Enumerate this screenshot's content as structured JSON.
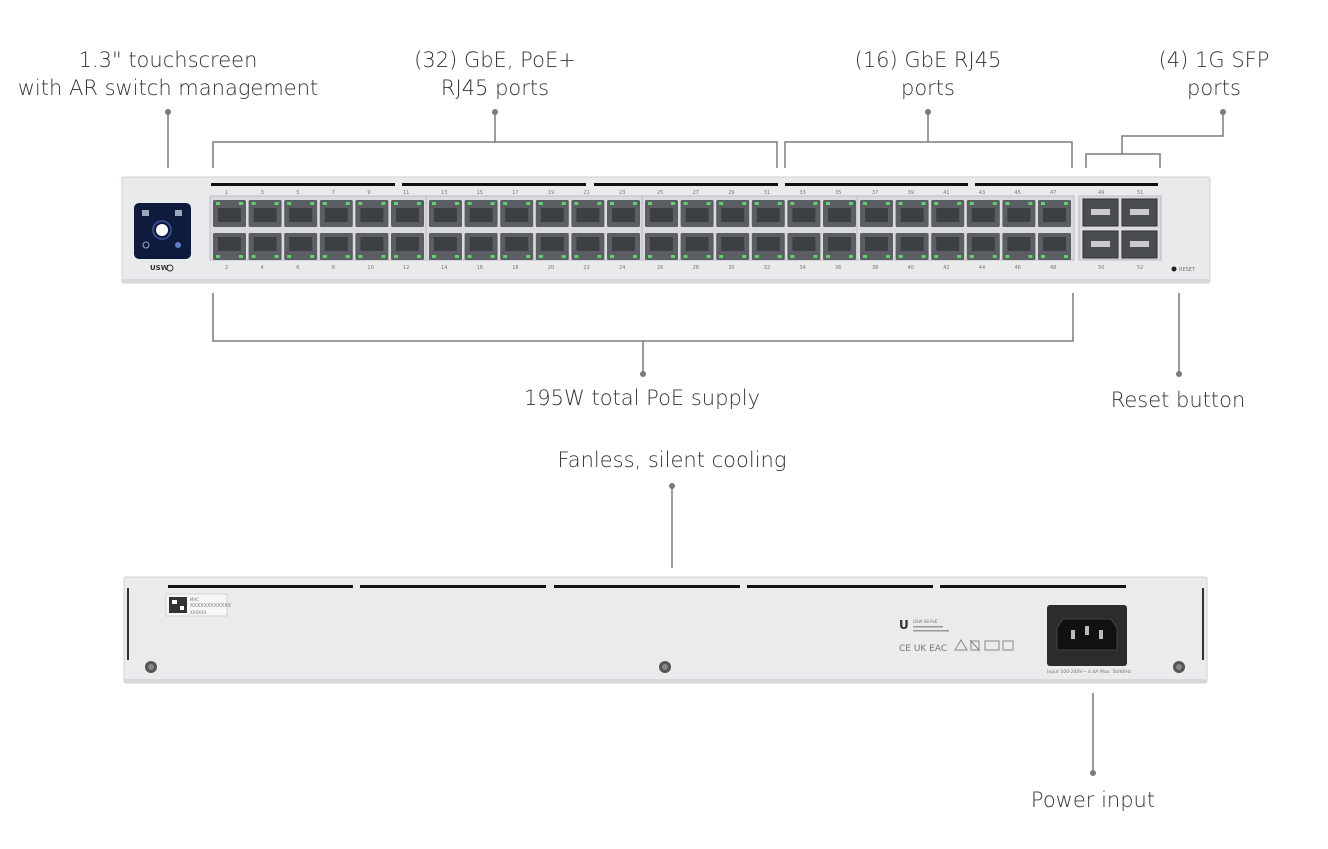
{
  "callouts": {
    "touchscreen": {
      "line1": "1.3\" touchscreen",
      "line2": "with AR switch management"
    },
    "poe_ports": {
      "line1": "(32) GbE, PoE+",
      "line2": "RJ45 ports"
    },
    "gbe_ports": {
      "line1": "(16) GbE RJ45",
      "line2": "ports"
    },
    "sfp_ports": {
      "line1": "(4) 1G SFP",
      "line2": "ports"
    },
    "poe_supply": "195W total PoE supply",
    "reset": "Reset button",
    "cooling": "Fanless, silent cooling",
    "power": "Power input"
  },
  "front_panel": {
    "brand_label": "USW",
    "reset_label": "RESET",
    "top_port_numbers": [
      "1",
      "3",
      "5",
      "7",
      "9",
      "11",
      "13",
      "15",
      "17",
      "19",
      "21",
      "23",
      "25",
      "27",
      "29",
      "31",
      "33",
      "35",
      "37",
      "39",
      "41",
      "43",
      "45",
      "47"
    ],
    "bottom_port_numbers": [
      "2",
      "4",
      "6",
      "8",
      "10",
      "12",
      "14",
      "16",
      "18",
      "20",
      "22",
      "24",
      "26",
      "28",
      "30",
      "32",
      "34",
      "36",
      "38",
      "40",
      "42",
      "44",
      "46",
      "48"
    ],
    "sfp_top_numbers": [
      "49",
      "51"
    ],
    "sfp_bottom_numbers": [
      "50",
      "52"
    ]
  },
  "rear_panel": {
    "sticker_line1": "MAC",
    "sticker_line2": "XXXXXXXXXXXX",
    "sticker_line3": "XXXXXX",
    "model_text": "USW-48-PoE",
    "cert_marks": "CE UK EAC",
    "input_rating": "Input 100-240V~ 4.4A Max. 50/60Hz"
  },
  "colors": {
    "chassis": "#e8e9eb",
    "port": "#5b5f63",
    "led_green": "#5fd36a",
    "screen": "#0f1b3d",
    "leader": "#7b7b7b"
  }
}
